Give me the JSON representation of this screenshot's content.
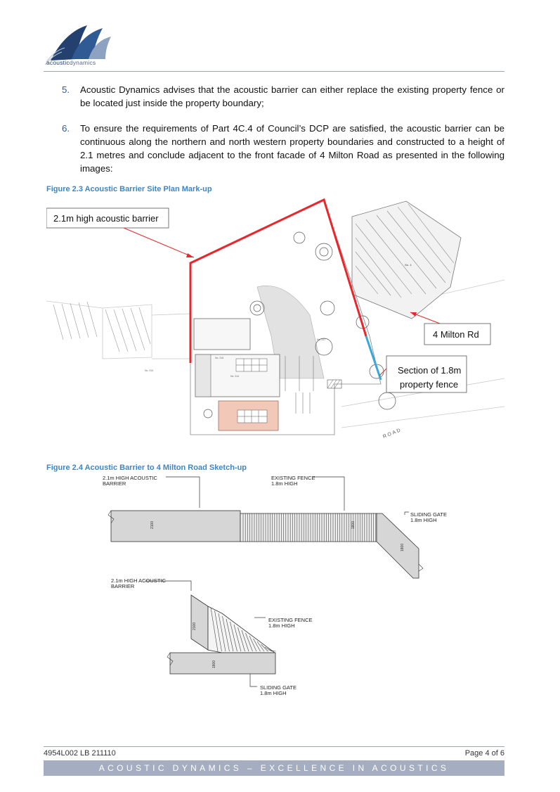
{
  "header": {
    "logo_text_a": "acoustic",
    "logo_text_b": "dynamics"
  },
  "items": [
    {
      "num": "5.",
      "text": "Acoustic Dynamics advises that the acoustic barrier can either replace the existing property fence or be located just inside the property boundary;"
    },
    {
      "num": "6.",
      "text": "To ensure the requirements of Part 4C.4 of Council’s DCP are satisfied, the acoustic barrier can be continuous along the northern and north western property boundaries and constructed to a height of 2.1 metres and conclude adjacent to the front facade of 4 Milton Road as presented in the following images:"
    }
  ],
  "figure1": {
    "caption": "Figure 2.3 Acoustic Barrier Site Plan Mark-up",
    "callout_barrier": "2.1m high acoustic barrier",
    "callout_neighbour": "4 Milton Rd",
    "callout_fence_line1": "Section of 1.8m",
    "callout_fence_line2": "property fence",
    "road": "ROAD"
  },
  "figure2": {
    "caption": "Figure 2.4 Acoustic Barrier to 4 Milton Road Sketch-up",
    "label_barrier_1": "2.1m HIGH ACOUSTIC",
    "label_barrier_2": "BARRIER",
    "label_fence_1": "EXISTING FENCE",
    "label_fence_2": "1.8m HIGH",
    "label_gate_1": "SLIDING GATE",
    "label_gate_2": "1.8m HIGH",
    "dim_barrier": "2100",
    "dim_fence": "1800",
    "dim_gate": "1800",
    "dim_barrier_b": "2100",
    "dim_fence_b": "1800"
  },
  "footer": {
    "ref": "4954L002 LB 211110",
    "page": "Page 4 of 6",
    "tagline": "ACOUSTIC DYNAMICS – EXCELLENCE IN ACOUSTICS"
  },
  "colors": {
    "barrier_red": "#e8262b",
    "fence_blue": "#3aa6de",
    "caption_blue": "#3d86c6"
  }
}
